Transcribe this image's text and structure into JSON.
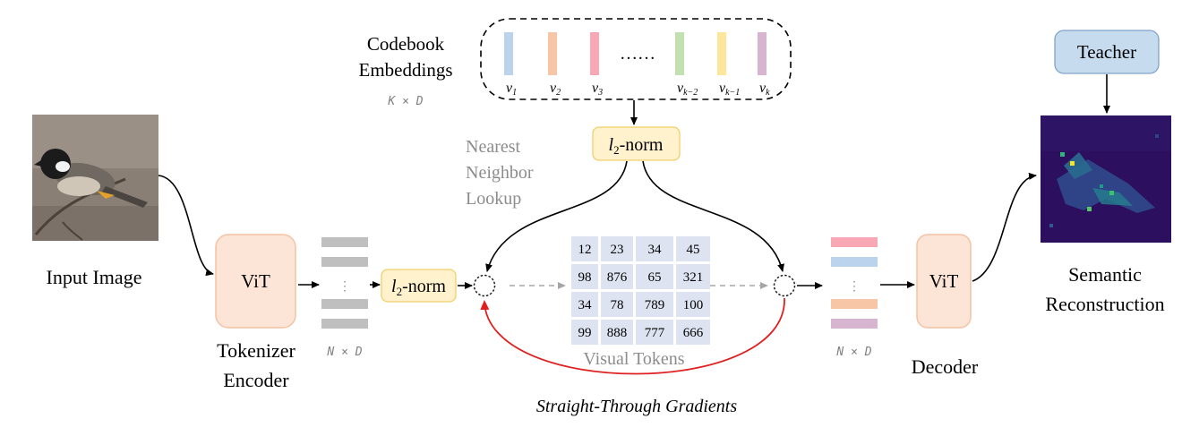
{
  "labels": {
    "input_image": "Input Image",
    "encoder_vit": "ViT",
    "tokenizer_line1": "Tokenizer",
    "tokenizer_line2": "Encoder",
    "n_x_d_left": "N × D",
    "l2norm_left_base": "l",
    "l2norm_left_sub": "2",
    "l2norm_left_rest": "-norm",
    "l2norm_top_base": "l",
    "l2norm_top_sub": "2",
    "l2norm_top_rest": "-norm",
    "codebook_line1": "Codebook",
    "codebook_line2": "Embeddings",
    "k_x_d": "K × D",
    "codebook_dots": "……",
    "nn_line1": "Nearest",
    "nn_line2": "Neighbor",
    "nn_line3": "Lookup",
    "visual_tokens": "Visual Tokens",
    "straight_through": "Straight-Through Gradients",
    "n_x_d_right": "N × D",
    "decoder_vit": "ViT",
    "decoder": "Decoder",
    "teacher": "Teacher",
    "semantic_line1": "Semantic",
    "semantic_line2": "Reconstruction"
  },
  "codebook_vectors": [
    {
      "base": "v",
      "sub": "1",
      "color": "#bcd3ee"
    },
    {
      "base": "v",
      "sub": "2",
      "color": "#f6c6a7"
    },
    {
      "base": "v",
      "sub": "3",
      "color": "#f7a8b4"
    },
    {
      "base": "v",
      "sub": "k−2",
      "color": "#c3e0b0"
    },
    {
      "base": "v",
      "sub": "k−1",
      "color": "#fde59a"
    },
    {
      "base": "v",
      "sub": "k",
      "color": "#d7b4cf"
    }
  ],
  "token_grid": [
    [
      "12",
      "23",
      "34",
      "45"
    ],
    [
      "98",
      "876",
      "65",
      "321"
    ],
    [
      "34",
      "78",
      "789",
      "100"
    ],
    [
      "99",
      "888",
      "777",
      "666"
    ]
  ],
  "colors": {
    "vit_fill": "#fce4d6",
    "vit_stroke": "#f4c2a4",
    "norm_fill": "#fff2cc",
    "norm_stroke": "#f0cf6a",
    "teacher_fill": "#c7dbee",
    "teacher_stroke": "#7fa3c9",
    "gradient_arrow": "#e02020",
    "grey_text": "#8c8c8c",
    "grid_cell": "#dde3f0"
  }
}
